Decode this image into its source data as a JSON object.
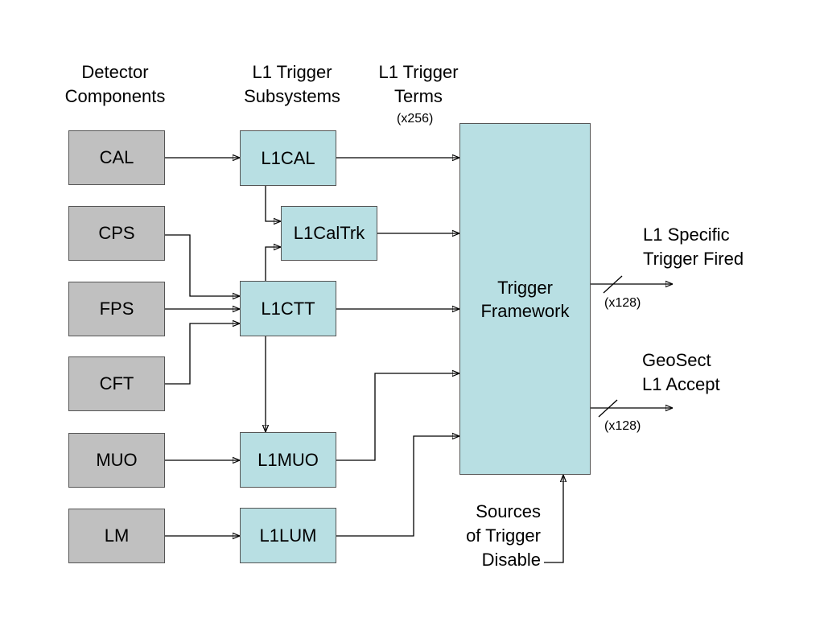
{
  "headers": {
    "detector": [
      "Detector",
      "Components"
    ],
    "subsystems": [
      "L1 Trigger",
      "Subsystems"
    ],
    "terms": [
      "L1 Trigger",
      "Terms"
    ],
    "terms_count": "(x256)"
  },
  "detectors": [
    "CAL",
    "CPS",
    "FPS",
    "CFT",
    "MUO",
    "LM"
  ],
  "subsystems": {
    "l1cal": "L1CAL",
    "l1caltrk": "L1CalTrk",
    "l1ctt": "L1CTT",
    "l1muo": "L1MUO",
    "l1lum": "L1LUM"
  },
  "framework": [
    "Trigger",
    "Framework"
  ],
  "outputs": {
    "specific": [
      "L1 Specific",
      "Trigger Fired"
    ],
    "specific_count": "(x128)",
    "geosect": [
      "GeoSect",
      "L1 Accept"
    ],
    "geosect_count": "(x128)"
  },
  "disable": [
    "Sources",
    "of Trigger",
    "Disable"
  ],
  "colors": {
    "detector_fill": "#c0c0c0",
    "subsystem_fill": "#b8dfe3"
  }
}
